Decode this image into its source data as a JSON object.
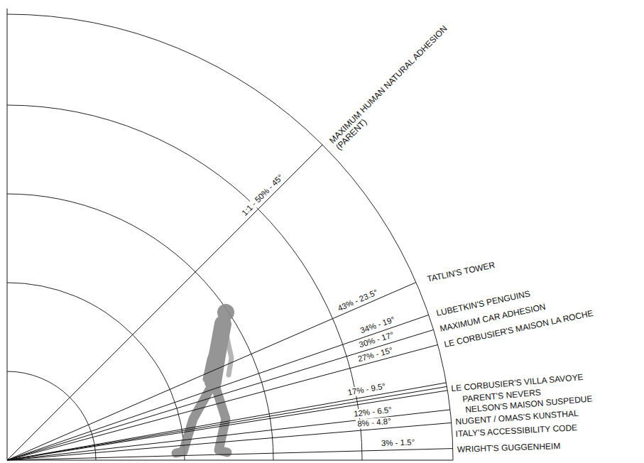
{
  "diagram": {
    "labels": [
      "MAXIMUM HUMAN NATURAL ADHESION (PARENT)",
      "1:1 - 50% - 45°",
      "TATLIN'S TOWER",
      "43% - 23.5°",
      "LUBETKIN'S PENGUINS",
      "34% - 19°",
      "MAXIMUM CAR ADHESION",
      "30% - 17°",
      "LE CORBUSIER'S MAISON LA ROCHE",
      "27% - 15°",
      "LE CORBUSIER'S VILLA SAVOYE",
      "PARENT'S NEVERS",
      "NELSON'S MAISON SUSPEDUE",
      "17% - 9.5°",
      "NUGENT / OMAS'S KUNSTHAL",
      "12% - 6.5°",
      "ITALY'S ACCESSIBILITY CODE",
      "8% - 4.8°",
      "WRIGHT'S GUGGENHEIM",
      "3% - 1.5°"
    ]
  }
}
